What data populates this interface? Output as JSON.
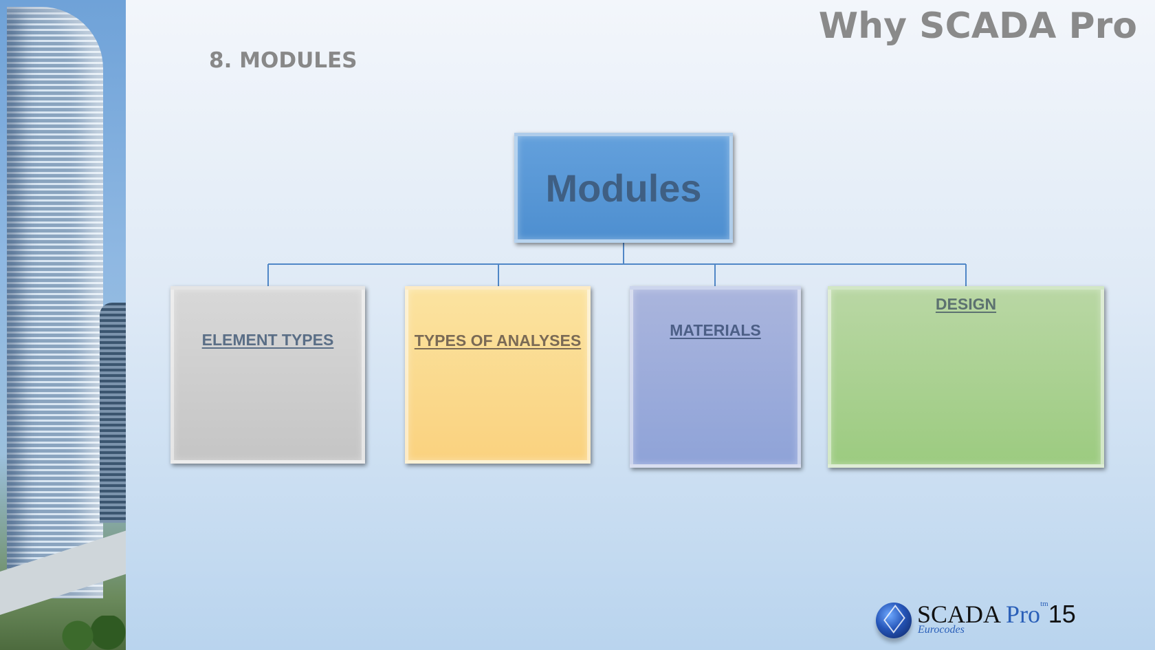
{
  "header": {
    "headline": "Why SCADA Pro",
    "section_title": "8. MODULES"
  },
  "diagram": {
    "root": {
      "label": "Modules",
      "color": "#5b9bd5"
    },
    "children": [
      {
        "label": "ELEMENT TYPES",
        "color": "#c9c9c9"
      },
      {
        "label": "TYPES OF ANALYSES",
        "color": "#fbd68a"
      },
      {
        "label": "MATERIALS",
        "color": "#98a8da"
      },
      {
        "label": "DESIGN",
        "color": "#a6d08c"
      }
    ],
    "connector_color": "#4f86c6"
  },
  "logo": {
    "name": "SCADA",
    "pro": "Pro",
    "tm": "tm",
    "version": "15",
    "subtitle": "Eurocodes"
  }
}
